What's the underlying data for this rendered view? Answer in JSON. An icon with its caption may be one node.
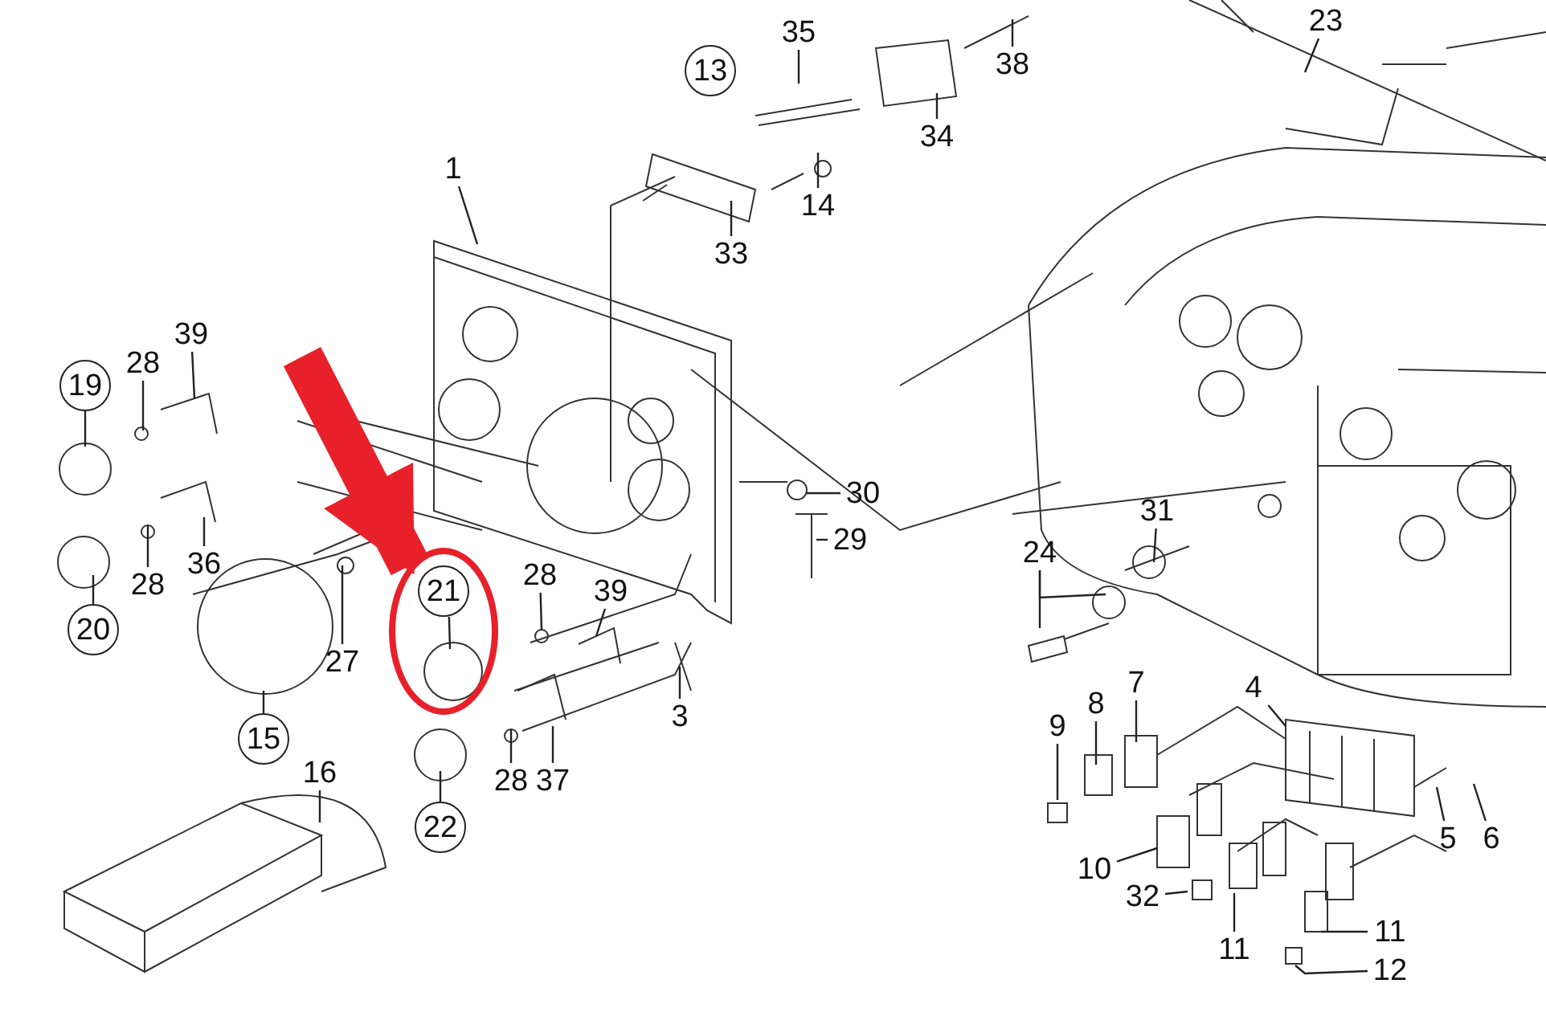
{
  "diagram": {
    "nodes": [
      {
        "text": [
          "23"
        ]
      },
      {
        "text": [
          "35"
        ]
      },
      {
        "text": [
          "38"
        ]
      },
      {
        "text": [
          "13"
        ]
      },
      {
        "text": [
          "34"
        ]
      },
      {
        "text": [
          "14"
        ]
      },
      {
        "text": [
          "1"
        ]
      },
      {
        "text": [
          "33"
        ]
      },
      {
        "text": [
          "39"
        ]
      },
      {
        "text": [
          "28"
        ]
      },
      {
        "text": [
          "19"
        ]
      },
      {
        "text": [
          "30"
        ]
      },
      {
        "text": [
          "31"
        ]
      },
      {
        "text": [
          "29"
        ]
      },
      {
        "text": [],
        "shape": "circle"
      },
      {
        "text": [
          "21"
        ],
        "in": 14
      },
      {
        "text": [
          "39"
        ]
      },
      {
        "text": [
          "28"
        ]
      },
      {
        "text": [
          "24"
        ]
      },
      {
        "text": [
          "36"
        ]
      },
      {
        "text": [
          "28"
        ]
      },
      {
        "text": [
          "20"
        ]
      },
      {
        "text": [
          "27"
        ]
      },
      {
        "text": [
          "4"
        ]
      },
      {
        "text": [
          "7"
        ]
      },
      {
        "text": [
          "8"
        ]
      },
      {
        "text": [
          "3"
        ]
      },
      {
        "text": [
          "9"
        ]
      },
      {
        "text": [
          "15"
        ]
      },
      {
        "text": [
          "16"
        ]
      },
      {
        "text": [
          "28"
        ]
      },
      {
        "text": [
          "37"
        ]
      },
      {
        "text": [
          "22"
        ]
      },
      {
        "text": [
          "5"
        ]
      },
      {
        "text": [
          "6"
        ]
      },
      {
        "text": [
          "10"
        ]
      },
      {
        "text": [
          "32"
        ]
      },
      {
        "text": [
          "11"
        ]
      },
      {
        "text": [
          "11"
        ]
      },
      {
        "text": [
          "12"
        ]
      }
    ],
    "edges": [
      {
        "from": 0,
        "to": null,
        "arrow": "none"
      },
      {
        "from": 1,
        "to": null,
        "arrow": "none"
      },
      {
        "from": 2,
        "to": null,
        "arrow": "none"
      },
      {
        "from": 4,
        "to": null,
        "arrow": "none"
      },
      {
        "from": 5,
        "to": null,
        "arrow": "none"
      },
      {
        "from": 6,
        "to": null,
        "arrow": "none"
      },
      {
        "from": 7,
        "to": null,
        "arrow": "none"
      },
      {
        "from": 8,
        "to": null,
        "arrow": "none"
      },
      {
        "from": 9,
        "to": null,
        "arrow": "none"
      },
      {
        "from": 10,
        "to": null,
        "arrow": "none"
      },
      {
        "from": 11,
        "to": null,
        "arrow": "none"
      },
      {
        "from": 12,
        "to": null,
        "arrow": "none"
      },
      {
        "from": 13,
        "to": null,
        "arrow": "none"
      },
      {
        "from": 15,
        "to": null,
        "arrow": "none"
      },
      {
        "from": 16,
        "to": null,
        "arrow": "none"
      },
      {
        "from": 17,
        "to": null,
        "arrow": "none"
      },
      {
        "from": 18,
        "to": null,
        "arrow": "none"
      },
      {
        "from": 18,
        "to": null,
        "arrow": "none"
      },
      {
        "from": 19,
        "to": null,
        "arrow": "none"
      },
      {
        "from": 20,
        "to": null,
        "arrow": "none"
      },
      {
        "from": 21,
        "to": null,
        "arrow": "none"
      },
      {
        "from": 22,
        "to": null,
        "arrow": "none"
      },
      {
        "from": 23,
        "to": null,
        "arrow": "none"
      },
      {
        "from": 24,
        "to": null,
        "arrow": "none"
      },
      {
        "from": 25,
        "to": null,
        "arrow": "none"
      },
      {
        "from": 26,
        "to": null,
        "arrow": "none"
      },
      {
        "from": 27,
        "to": null,
        "arrow": "none"
      },
      {
        "from": 28,
        "to": null,
        "arrow": "none"
      },
      {
        "from": 29,
        "to": null,
        "arrow": "none"
      },
      {
        "from": 30,
        "to": null,
        "arrow": "none"
      },
      {
        "from": 31,
        "to": null,
        "arrow": "none"
      },
      {
        "from": 32,
        "to": null,
        "arrow": "none"
      },
      {
        "from": 33,
        "to": null,
        "arrow": "none"
      },
      {
        "from": 34,
        "to": null,
        "arrow": "none"
      },
      {
        "from": 35,
        "to": null,
        "arrow": "none"
      },
      {
        "from": 36,
        "to": null,
        "arrow": "none"
      },
      {
        "from": 37,
        "to": null,
        "arrow": "none"
      },
      {
        "from": 38,
        "to": null,
        "arrow": "none"
      },
      {
        "from": 39,
        "to": null,
        "arrow": "none"
      },
      {
        "from": null,
        "to": 14,
        "arrow": "to",
        "style": "thick",
        "color": "#e8202a"
      }
    ]
  }
}
